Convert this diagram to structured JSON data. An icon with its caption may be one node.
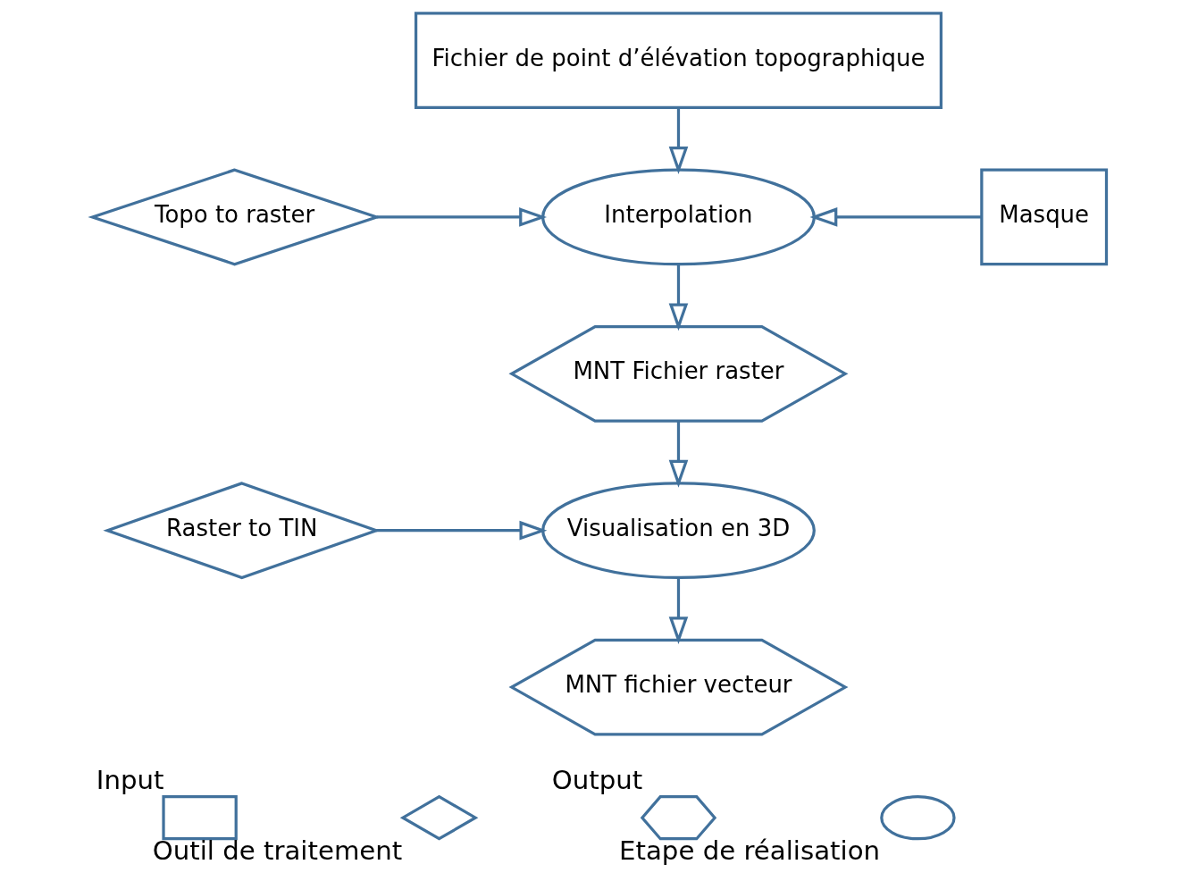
{
  "diagram": {
    "nodes": [
      {
        "text": [
          "Fichier de point d’élévation topographique"
        ]
      },
      {
        "text": [
          "Topo to raster"
        ]
      },
      {
        "text": [
          "Interpolation"
        ]
      },
      {
        "text": [
          "Masque"
        ]
      },
      {
        "text": [
          "MNT Fichier raster"
        ]
      },
      {
        "text": [
          "Raster to TIN"
        ]
      },
      {
        "text": [
          "Visualisation en 3D"
        ]
      },
      {
        "text": [
          "MNT fichier vecteur"
        ]
      }
    ],
    "edges": [
      {
        "from": 0,
        "to": 2,
        "arrow": "to"
      },
      {
        "from": 1,
        "to": 2,
        "arrow": "to"
      },
      {
        "from": 3,
        "to": 2,
        "arrow": "to"
      },
      {
        "from": 2,
        "to": 4,
        "arrow": "to"
      },
      {
        "from": 4,
        "to": 6,
        "arrow": "to"
      },
      {
        "from": 5,
        "to": 6,
        "arrow": "to"
      },
      {
        "from": 6,
        "to": 7,
        "arrow": "to"
      }
    ],
    "legend": [
      {
        "text": "Input"
      },
      {
        "text": "Outil de traitement"
      },
      {
        "text": "Output"
      },
      {
        "text": "Etape de réalisation"
      }
    ]
  }
}
